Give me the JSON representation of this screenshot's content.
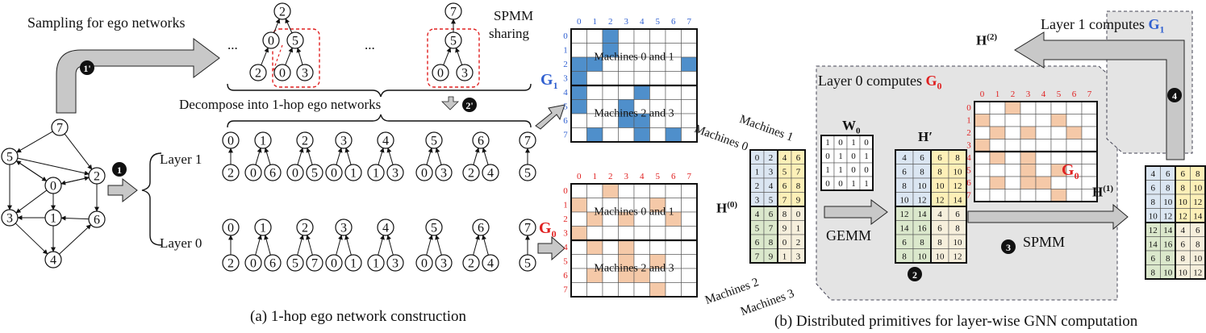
{
  "left": {
    "sampling_label": "Sampling for ego networks",
    "step_1p": "1'",
    "step_2p": "2'",
    "step_1": "1",
    "ellipsis": "...",
    "spmm_sharing": [
      "SPMM",
      "sharing"
    ],
    "decompose_label": "Decompose into 1-hop ego networks",
    "layer1_label": "Layer 1",
    "layer0_label": "Layer 0",
    "big_graph": {
      "nodes": [
        "7",
        "5",
        "2",
        "0",
        "3",
        "1",
        "6",
        "4"
      ]
    },
    "ego_top": [
      {
        "root": "2",
        "child": "0",
        "leaves": [
          "2"
        ]
      },
      {
        "root": "5",
        "leaves": [
          "0",
          "3"
        ]
      }
    ],
    "ego_right": {
      "top": "7",
      "mid": "5",
      "leaves": [
        "0",
        "3"
      ]
    },
    "layer1_ego": [
      {
        "root": "0",
        "leaves": [
          "2"
        ]
      },
      {
        "root": "1",
        "leaves": [
          "0",
          "6"
        ]
      },
      {
        "root": "2",
        "leaves": [
          "0",
          "5"
        ]
      },
      {
        "root": "3",
        "leaves": [
          "0",
          "1"
        ]
      },
      {
        "root": "4",
        "leaves": [
          "1",
          "3"
        ]
      },
      {
        "root": "5",
        "leaves": [
          "0",
          "3"
        ]
      },
      {
        "root": "6",
        "leaves": [
          "2",
          "4"
        ]
      },
      {
        "root": "7",
        "leaves": [
          "5"
        ]
      }
    ],
    "layer0_ego": [
      {
        "root": "0",
        "leaves": [
          "2"
        ]
      },
      {
        "root": "1",
        "leaves": [
          "0",
          "6"
        ]
      },
      {
        "root": "2",
        "leaves": [
          "5",
          "7"
        ]
      },
      {
        "root": "3",
        "leaves": [
          "0",
          "1"
        ]
      },
      {
        "root": "4",
        "leaves": [
          "1",
          "3"
        ]
      },
      {
        "root": "5",
        "leaves": [
          "0",
          "3"
        ]
      },
      {
        "root": "6",
        "leaves": [
          "2",
          "4"
        ]
      },
      {
        "root": "7",
        "leaves": [
          "5"
        ]
      }
    ],
    "caption": "(a) 1-hop ego network construction"
  },
  "matrices": {
    "g1_label": "G",
    "g1_sub": "1",
    "g0_label": "G",
    "g0_sub": "0",
    "col_idx": [
      "0",
      "1",
      "2",
      "3",
      "4",
      "5",
      "6",
      "7"
    ],
    "g1_top_text": "Machines 0 and 1",
    "g1_bottom_text": "Machines 2 and 3",
    "g0_top_text": "Machines 0 and 1",
    "g0_bottom_text": "Machines 2 and 3",
    "g1_filled": [
      [
        0,
        2
      ],
      [
        1,
        2
      ],
      [
        2,
        0
      ],
      [
        2,
        1
      ],
      [
        2,
        7
      ],
      [
        3,
        0
      ],
      [
        4,
        0
      ],
      [
        4,
        4
      ],
      [
        5,
        0
      ],
      [
        5,
        3
      ],
      [
        6,
        3
      ],
      [
        6,
        4
      ],
      [
        7,
        1
      ],
      [
        7,
        4
      ],
      [
        7,
        6
      ]
    ],
    "g0_filled": [
      [
        0,
        2
      ],
      [
        1,
        0
      ],
      [
        1,
        5
      ],
      [
        2,
        1
      ],
      [
        2,
        3
      ],
      [
        2,
        6
      ],
      [
        3,
        0
      ],
      [
        4,
        1
      ],
      [
        4,
        3
      ],
      [
        5,
        3
      ],
      [
        5,
        5
      ],
      [
        6,
        1
      ],
      [
        6,
        3
      ],
      [
        6,
        4
      ],
      [
        7,
        5
      ]
    ]
  },
  "h0": {
    "label": "H",
    "sup": "(0)",
    "machines_0": "Machines 0",
    "machines_1": "Machines 1",
    "machines_2": "Machines 2",
    "machines_3": "Machines 3",
    "rows": [
      [
        "0",
        "2",
        "4",
        "6"
      ],
      [
        "1",
        "3",
        "5",
        "7"
      ],
      [
        "2",
        "4",
        "6",
        "8"
      ],
      [
        "3",
        "5",
        "7",
        "9"
      ],
      [
        "4",
        "6",
        "8",
        "0"
      ],
      [
        "5",
        "7",
        "9",
        "1"
      ],
      [
        "6",
        "8",
        "0",
        "2"
      ],
      [
        "7",
        "9",
        "1",
        "3"
      ]
    ]
  },
  "right": {
    "layer0_title": "Layer 0 computes ",
    "layer0_g": "G",
    "layer0_sub": "0",
    "layer1_title": "Layer 1 computes ",
    "layer1_g": "G",
    "layer1_sub": "1",
    "h2_label": "H",
    "h2_sup": "(2)",
    "w0_label": "W",
    "w0_sub": "0",
    "w0_rows": [
      [
        "1",
        "0",
        "1",
        "0"
      ],
      [
        "0",
        "1",
        "0",
        "1"
      ],
      [
        "1",
        "1",
        "0",
        "0"
      ],
      [
        "0",
        "0",
        "1",
        "1"
      ]
    ],
    "hprime_label": "H′",
    "hprime_rows": [
      [
        "4",
        "6",
        "6",
        "8"
      ],
      [
        "6",
        "8",
        "8",
        "10"
      ],
      [
        "8",
        "10",
        "10",
        "12"
      ],
      [
        "10",
        "12",
        "12",
        "14"
      ],
      [
        "12",
        "14",
        "4",
        "6"
      ],
      [
        "14",
        "16",
        "6",
        "8"
      ],
      [
        "6",
        "8",
        "8",
        "10"
      ],
      [
        "8",
        "10",
        "10",
        "12"
      ]
    ],
    "gemm_label": "GEMM",
    "step_2": "2",
    "spmm_label": "SPMM",
    "step_3": "3",
    "step_4": "4",
    "g0_small_label": "G",
    "g0_small_sub": "0",
    "g0_small_filled": [
      [
        0,
        2
      ],
      [
        1,
        0
      ],
      [
        1,
        5
      ],
      [
        2,
        1
      ],
      [
        2,
        3
      ],
      [
        2,
        6
      ],
      [
        3,
        0
      ],
      [
        4,
        1
      ],
      [
        4,
        3
      ],
      [
        5,
        3
      ],
      [
        5,
        5
      ],
      [
        6,
        1
      ],
      [
        6,
        3
      ],
      [
        6,
        4
      ],
      [
        7,
        5
      ]
    ],
    "h1_label": "H",
    "h1_sup": "(1)",
    "h1_rows": [
      [
        "4",
        "6",
        "6",
        "8"
      ],
      [
        "6",
        "8",
        "8",
        "10"
      ],
      [
        "8",
        "10",
        "10",
        "12"
      ],
      [
        "10",
        "12",
        "12",
        "14"
      ],
      [
        "12",
        "14",
        "4",
        "6"
      ],
      [
        "14",
        "16",
        "6",
        "8"
      ],
      [
        "6",
        "8",
        "8",
        "10"
      ],
      [
        "8",
        "10",
        "10",
        "12"
      ]
    ],
    "caption": "(b) Distributed primitives for layer-wise GNN computation"
  },
  "colors": {
    "blue_fill": "#4f8fcb",
    "peach_fill": "#f5c9a8",
    "idx_blue": "#3060d0",
    "idx_red": "#e02020",
    "cell_blue": "#dbe6f2",
    "cell_yellow": "#fdf0b8",
    "cell_green": "#dbe8cc",
    "gray_panel": "#e4e4e4",
    "arrow_gray": "#c8c8c8"
  }
}
